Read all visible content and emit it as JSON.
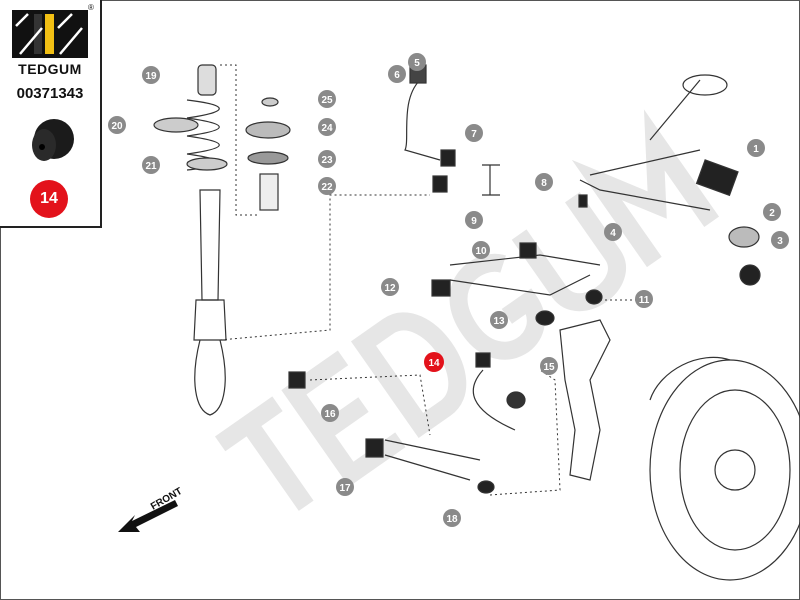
{
  "brand": {
    "name": "TEDGUM",
    "registered": "®",
    "part_number": "00371343",
    "highlight_label": "14",
    "highlight_color": "#e3121b",
    "accent": "#f2c014"
  },
  "diagram": {
    "watermark": "TEDGUM",
    "front_label": "FRONT",
    "callouts": [
      "1",
      "2",
      "3",
      "4",
      "5",
      "6",
      "7",
      "8",
      "9",
      "10",
      "11",
      "12",
      "13",
      "14",
      "15",
      "16",
      "17",
      "18",
      "19",
      "20",
      "21",
      "22",
      "23",
      "24",
      "25"
    ],
    "highlighted": "14"
  }
}
